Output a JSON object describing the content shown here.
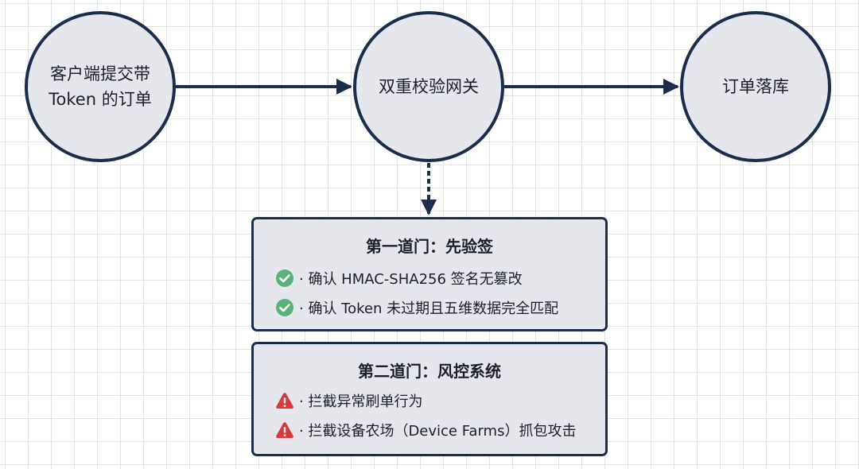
{
  "nodes": {
    "client": "客户端提交带\nToken 的订单",
    "gateway": "双重校验网关",
    "order_store": "订单落库"
  },
  "gates": [
    {
      "title": "第一道门：先验签",
      "status": "check",
      "items": [
        "· 确认 HMAC-SHA256 签名无篡改",
        "· 确认 Token 未过期且五维数据完全匹配"
      ]
    },
    {
      "title": "第二道门：风控系统",
      "status": "warning",
      "items": [
        "· 拦截异常刷单行为",
        "· 拦截设备农场（Device Farms）抓包攻击"
      ]
    }
  ],
  "colors": {
    "node_fill": "#e5e7ec",
    "stroke": "#1b2d4b",
    "check": "#5bb276",
    "warning": "#d8393b"
  }
}
